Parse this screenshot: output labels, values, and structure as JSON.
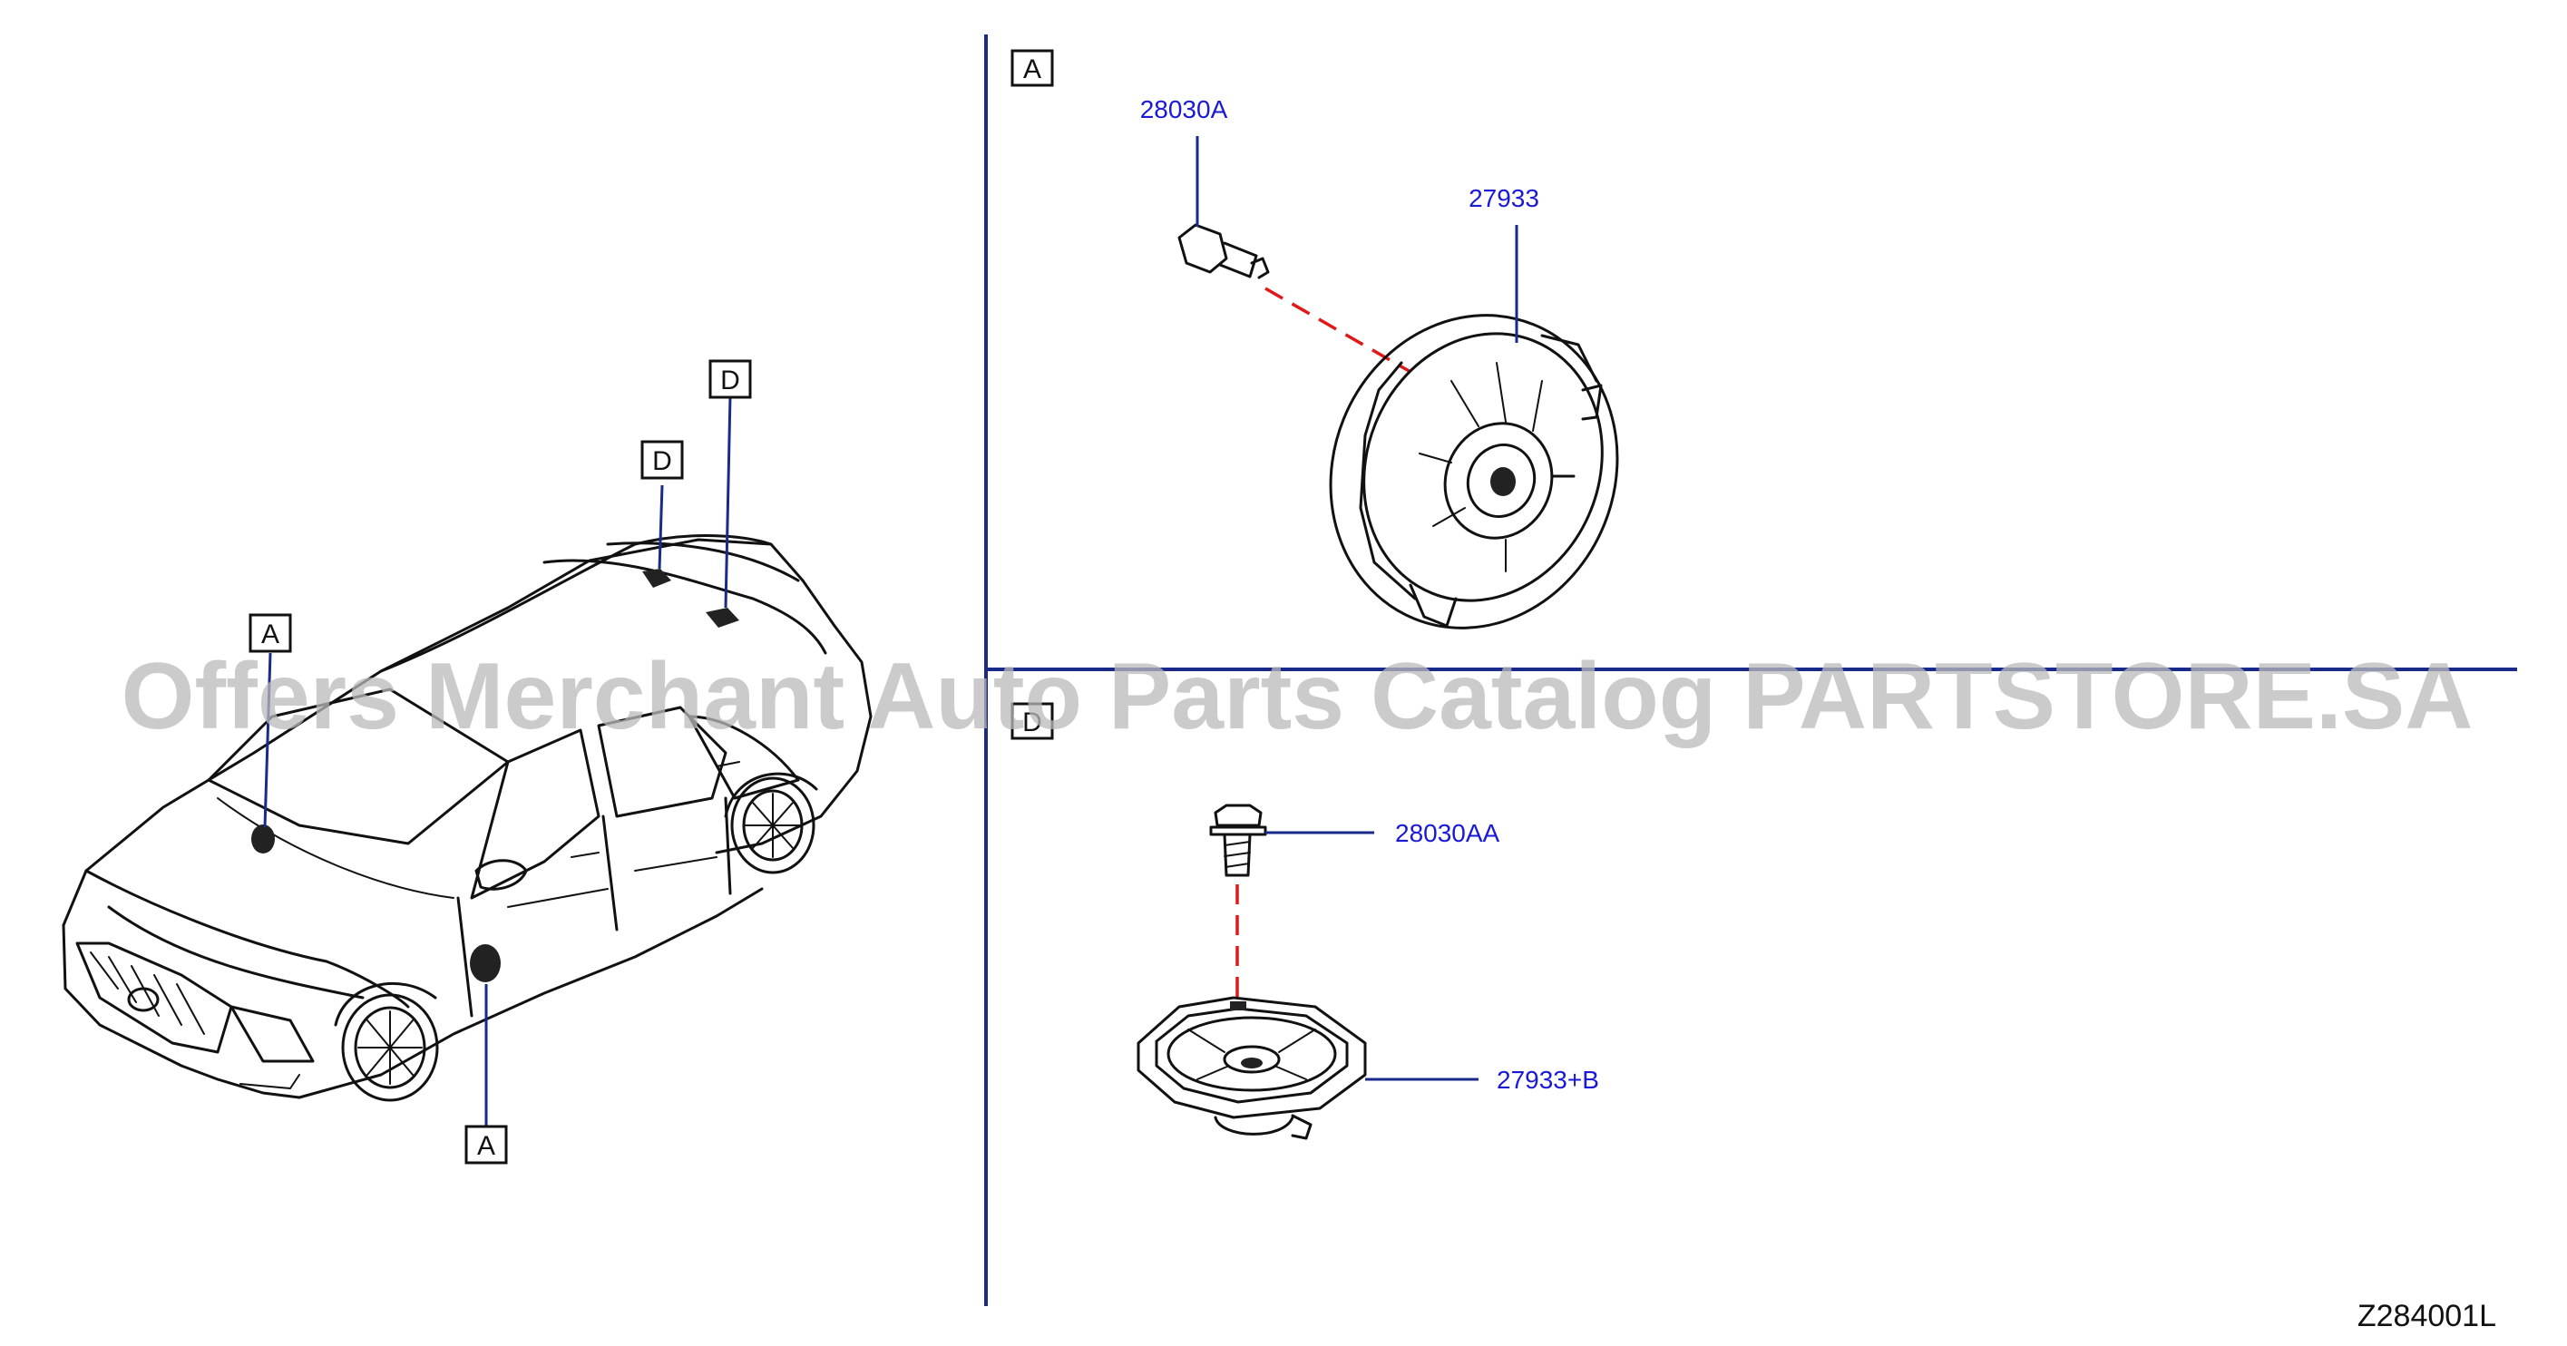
{
  "section_tags": {
    "section_a": "A",
    "section_d": "D"
  },
  "vehicle_callouts": {
    "front_left": "A",
    "door": "A",
    "roof_left": "D",
    "roof_right": "D"
  },
  "parts": {
    "bolt_a": "28030A",
    "speaker_a": "27933",
    "bolt_d": "28030AA",
    "speaker_d": "27933+B"
  },
  "drawing_code": "Z284001L",
  "watermark": "Offers Merchant Auto Parts Catalog PARTSTORE.SA",
  "colors": {
    "label": "#1a1ad6",
    "leader": "#1a2a8a",
    "assembly_line": "#e01818",
    "watermark": "#b9b9b9"
  }
}
